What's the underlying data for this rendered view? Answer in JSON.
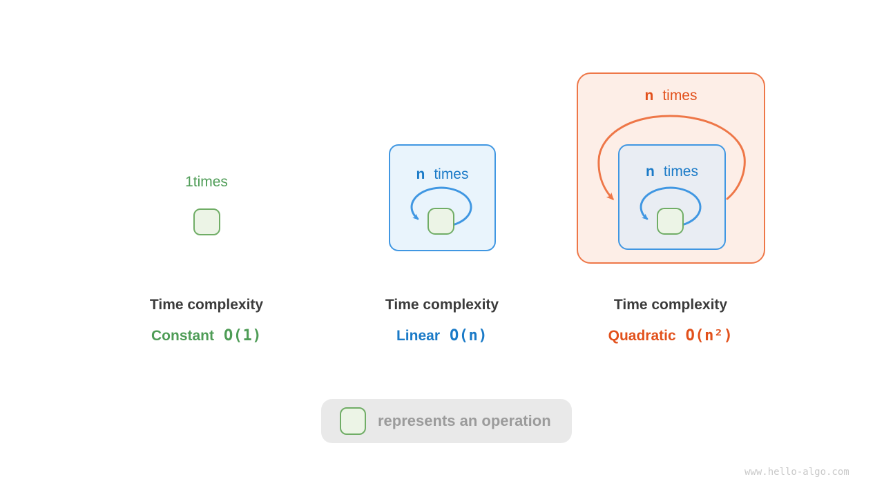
{
  "palette": {
    "page_bg": "#ffffff",
    "green_text": "#4e9c56",
    "green_border": "#70ad66",
    "green_fill": "#ecf4e6",
    "blue_text": "#1a7ac7",
    "blue_border": "#4097e2",
    "blue_box_fill": "#e9f4fc",
    "blue_box_nested_fill": "#e9edf3",
    "orange_text": "#e2511c",
    "orange_border": "#ee7748",
    "orange_box_fill": "#fdeee7",
    "caption_text": "#3b3b3b",
    "legend_bg": "#e9e9e9",
    "legend_text": "#9b9b9b",
    "watermark_text": "#c9c9c9"
  },
  "columns": [
    {
      "id": "constant",
      "loop_count": "1",
      "loop_suffix": "times",
      "caption": "Time complexity",
      "name": "Constant",
      "notation": "O(1)"
    },
    {
      "id": "linear",
      "loop_count": "n",
      "loop_suffix": "times",
      "caption": "Time complexity",
      "name": "Linear",
      "notation": "O(n)"
    },
    {
      "id": "quadratic",
      "outer_loop_count": "n",
      "outer_loop_suffix": "times",
      "inner_loop_count": "n",
      "inner_loop_suffix": "times",
      "caption": "Time complexity",
      "name": "Quadratic",
      "notation": "O(n²)"
    }
  ],
  "legend": {
    "text": "represents an operation"
  },
  "watermark": "www.hello-algo.com"
}
